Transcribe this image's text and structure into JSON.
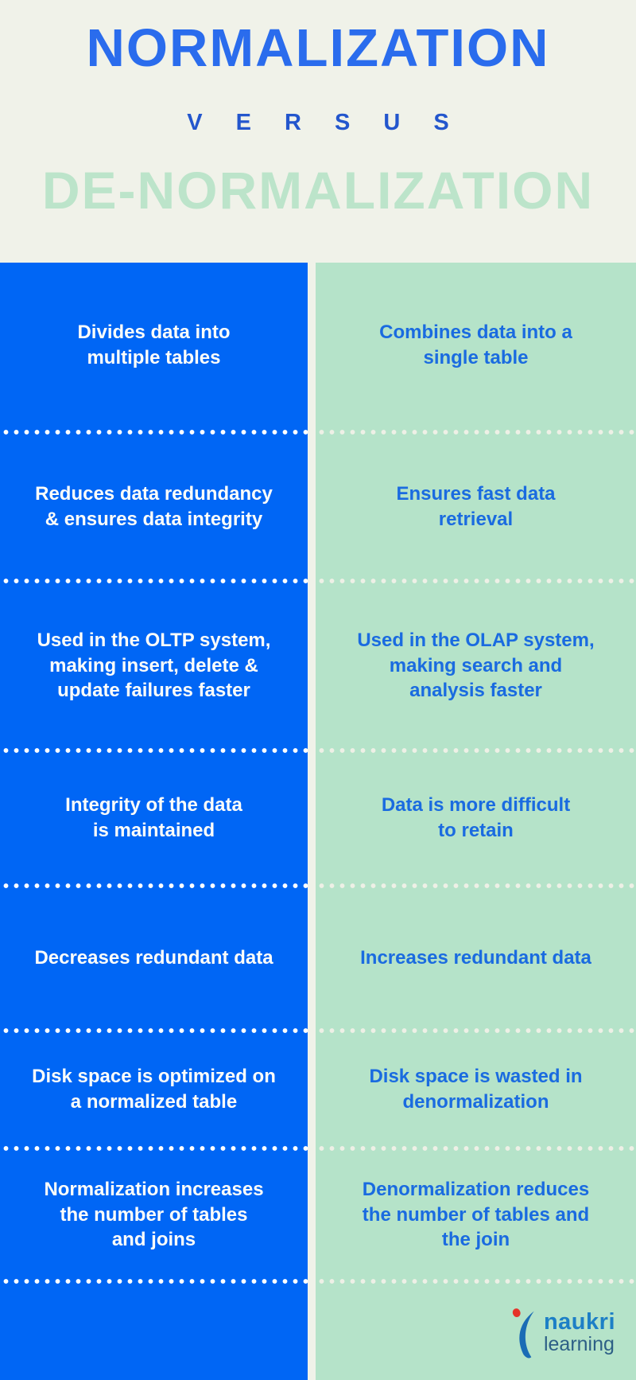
{
  "header": {
    "title_top": "NORMALIZATION",
    "versus": "V E R S U S",
    "title_bottom": "DE-NORMALIZATION"
  },
  "rows": [
    {
      "left": "Divides data into\nmultiple tables",
      "right": "Combines data into a\nsingle table"
    },
    {
      "left": "Reduces data redundancy\n& ensures data integrity",
      "right": "Ensures fast data\nretrieval"
    },
    {
      "left": "Used in the OLTP system,\nmaking insert, delete &\nupdate failures faster",
      "right": "Used in the OLAP system,\nmaking search and\nanalysis faster"
    },
    {
      "left": "Integrity of the data\nis maintained",
      "right": "Data is more difficult\nto retain"
    },
    {
      "left": "Decreases redundant data",
      "right": "Increases redundant data"
    },
    {
      "left": "Disk space is optimized on\na normalized table",
      "right": "Disk space is wasted in\ndenormalization"
    },
    {
      "left": "Normalization increases\nthe number of tables\nand joins",
      "right": "Denormalization reduces\nthe number of tables and\nthe join"
    }
  ],
  "footer": {
    "brand_name": "naukri",
    "brand_sub": "learning"
  },
  "colors": {
    "background": "#f0f2e9",
    "header_blue": "#2a6ced",
    "versus_blue": "#2356cd",
    "header_green": "#bce4ca",
    "left_column": "#0066f5",
    "right_column": "#b5e3c9",
    "left_text": "#fdfdfa",
    "right_text": "#1a6be0",
    "dot_left": "#ffffff",
    "dot_right": "#eef0e6",
    "brand_blue": "#1d7fc6",
    "brand_dark": "#2d5f86",
    "brand_red": "#e63329",
    "brand_swoosh": "#1b6cb5"
  }
}
